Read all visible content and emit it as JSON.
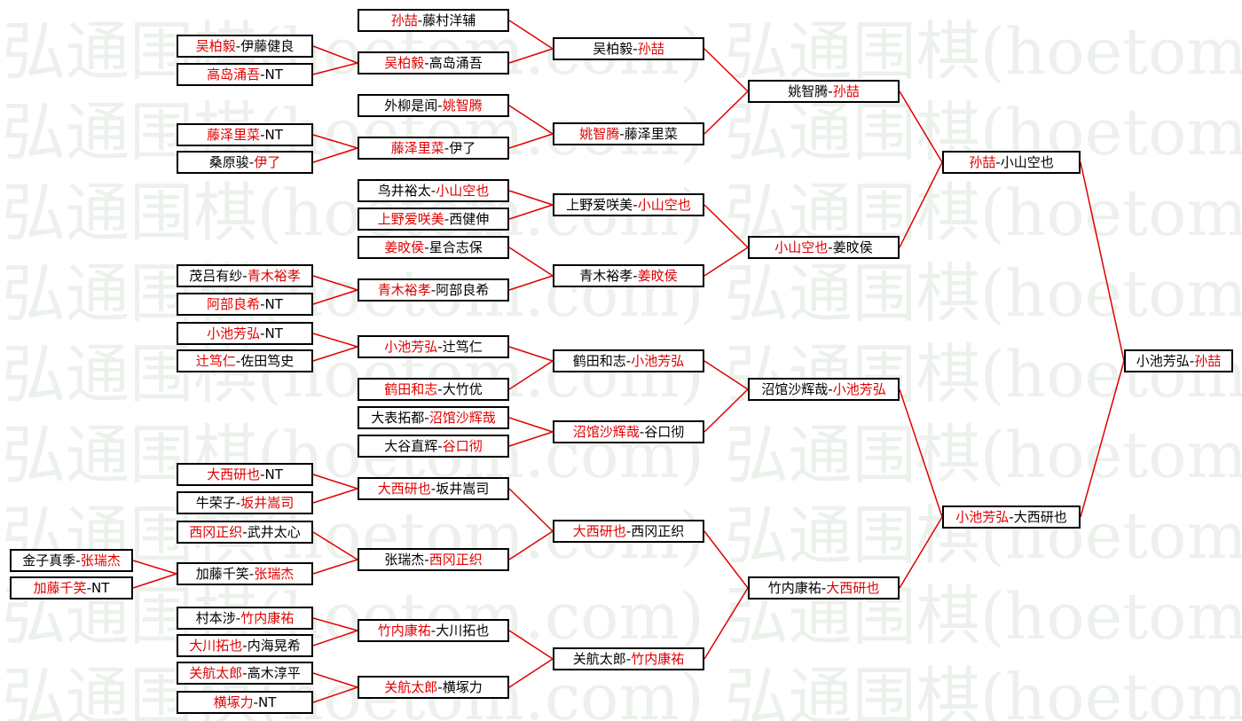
{
  "watermark": "弘通围棋(hoetom.com)",
  "colors": {
    "winner": "#e00000",
    "line": "#e00000",
    "border": "#000000",
    "watermark": "#ecf1ec"
  },
  "bracket": {
    "round1": [
      {
        "p1": "金子真季",
        "p2": "张瑞杰",
        "winner": 2
      },
      {
        "p1": "加藤千笑",
        "p2": "NT",
        "winner": 1
      }
    ],
    "round2": [
      {
        "p1": "吴柏毅",
        "p2": "伊藤健良",
        "winner": 1
      },
      {
        "p1": "高岛涌吾",
        "p2": "NT",
        "winner": 1
      },
      {
        "p1": "藤泽里菜",
        "p2": "NT",
        "winner": 1
      },
      {
        "p1": "桑原骏",
        "p2": "伊了",
        "winner": 2
      },
      {
        "p1": "茂吕有纱",
        "p2": "青木裕孝",
        "winner": 2
      },
      {
        "p1": "阿部良希",
        "p2": "NT",
        "winner": 1
      },
      {
        "p1": "小池芳弘",
        "p2": "NT",
        "winner": 1
      },
      {
        "p1": "辻笃仁",
        "p2": "佐田笃史",
        "winner": 1
      },
      {
        "p1": "大西研也",
        "p2": "NT",
        "winner": 1
      },
      {
        "p1": "牛荣子",
        "p2": "坂井嵩司",
        "winner": 2
      },
      {
        "p1": "西冈正织",
        "p2": "武井太心",
        "winner": 1
      },
      {
        "p1": "加藤千笑",
        "p2": "张瑞杰",
        "winner": 2
      },
      {
        "p1": "村本涉",
        "p2": "竹内康祐",
        "winner": 2
      },
      {
        "p1": "大川拓也",
        "p2": "内海晃希",
        "winner": 1
      },
      {
        "p1": "关航太郎",
        "p2": "高木淳平",
        "winner": 1
      },
      {
        "p1": "横塚力",
        "p2": "NT",
        "winner": 1
      }
    ],
    "round3": [
      {
        "p1": "孙喆",
        "p2": "藤村洋辅",
        "winner": 1
      },
      {
        "p1": "吴柏毅",
        "p2": "高岛涌吾",
        "winner": 1
      },
      {
        "p1": "外柳是闻",
        "p2": "姚智腾",
        "winner": 2
      },
      {
        "p1": "藤泽里菜",
        "p2": "伊了",
        "winner": 1
      },
      {
        "p1": "鸟井裕太",
        "p2": "小山空也",
        "winner": 2
      },
      {
        "p1": "上野爱咲美",
        "p2": "西健伸",
        "winner": 1
      },
      {
        "p1": "姜旼侯",
        "p2": "星合志保",
        "winner": 1
      },
      {
        "p1": "青木裕孝",
        "p2": "阿部良希",
        "winner": 1
      },
      {
        "p1": "小池芳弘",
        "p2": "辻笃仁",
        "winner": 1
      },
      {
        "p1": "鹤田和志",
        "p2": "大竹优",
        "winner": 1
      },
      {
        "p1": "大表拓都",
        "p2": "沼馆沙辉哉",
        "winner": 2
      },
      {
        "p1": "大谷直辉",
        "p2": "谷口彻",
        "winner": 2
      },
      {
        "p1": "大西研也",
        "p2": "坂井嵩司",
        "winner": 1
      },
      {
        "p1": "张瑞杰",
        "p2": "西冈正织",
        "winner": 2
      },
      {
        "p1": "竹内康祐",
        "p2": "大川拓也",
        "winner": 1
      },
      {
        "p1": "关航太郎",
        "p2": "横塚力",
        "winner": 1
      }
    ],
    "round4": [
      {
        "p1": "吴柏毅",
        "p2": "孙喆",
        "winner": 2
      },
      {
        "p1": "姚智腾",
        "p2": "藤泽里菜",
        "winner": 1
      },
      {
        "p1": "上野爱咲美",
        "p2": "小山空也",
        "winner": 2
      },
      {
        "p1": "青木裕孝",
        "p2": "姜旼侯",
        "winner": 2
      },
      {
        "p1": "鹤田和志",
        "p2": "小池芳弘",
        "winner": 2
      },
      {
        "p1": "沼馆沙辉哉",
        "p2": "谷口彻",
        "winner": 1
      },
      {
        "p1": "大西研也",
        "p2": "西冈正织",
        "winner": 1
      },
      {
        "p1": "关航太郎",
        "p2": "竹内康祐",
        "winner": 2
      }
    ],
    "round5": [
      {
        "p1": "姚智腾",
        "p2": "孙喆",
        "winner": 2
      },
      {
        "p1": "小山空也",
        "p2": "姜旼侯",
        "winner": 1
      },
      {
        "p1": "沼馆沙辉哉",
        "p2": "小池芳弘",
        "winner": 2
      },
      {
        "p1": "竹内康祐",
        "p2": "大西研也",
        "winner": 2
      }
    ],
    "round6": [
      {
        "p1": "孙喆",
        "p2": "小山空也",
        "winner": 1
      },
      {
        "p1": "小池芳弘",
        "p2": "大西研也",
        "winner": 1
      }
    ],
    "round7": [
      {
        "p1": "小池芳弘",
        "p2": "孙喆",
        "winner": 2
      }
    ]
  }
}
